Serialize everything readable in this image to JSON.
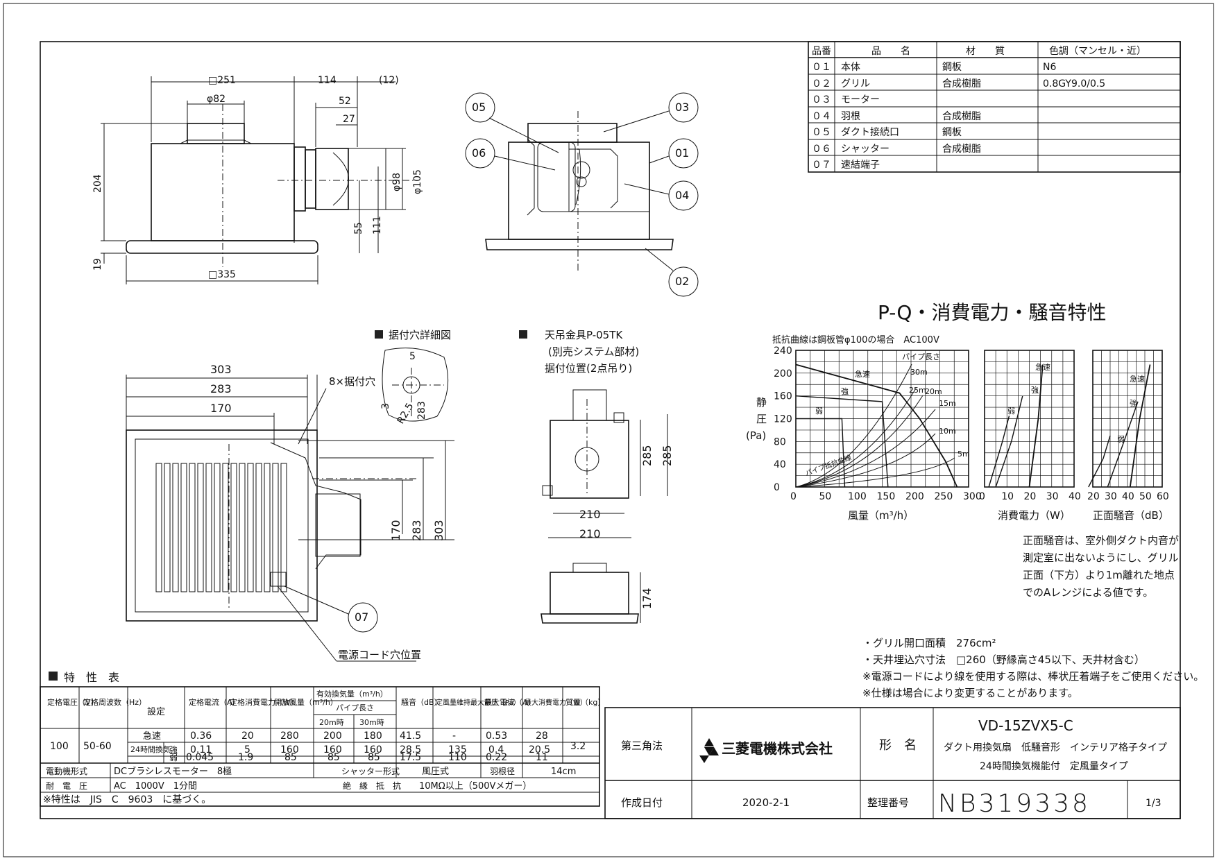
{
  "parts_table": {
    "headers": [
      "品番",
      "品　　名",
      "材　　質",
      "色調（マンセル・近）"
    ],
    "rows": [
      [
        "０１",
        "本体",
        "鋼板",
        "N6"
      ],
      [
        "０２",
        "グリル",
        "合成樹脂",
        "0.8GY9.0/0.5"
      ],
      [
        "０３",
        "モーター",
        "",
        ""
      ],
      [
        "０４",
        "羽根",
        "合成樹脂",
        ""
      ],
      [
        "０５",
        "ダクト接続口",
        "鋼板",
        ""
      ],
      [
        "０６",
        "シャッター",
        "合成樹脂",
        ""
      ],
      [
        "０７",
        "速結端子",
        "",
        ""
      ]
    ]
  },
  "drawing_labels": {
    "dims_side": [
      "□251",
      "114",
      "(12)",
      "φ82",
      "52",
      "27",
      "204",
      "φ98",
      "φ105",
      "55",
      "111",
      "19",
      "□335"
    ],
    "callouts": [
      "05",
      "03",
      "06",
      "01",
      "04",
      "02",
      "07"
    ],
    "mount_hole_title": "据付穴詳細図",
    "hanger_title": "天吊金具P-05TK",
    "hanger_sub1": "(別売システム部材)",
    "hanger_sub2": "据付位置(2点吊り)",
    "hole_count": "8×据付穴",
    "hole_dims": [
      "5",
      "3",
      "R2.5",
      "283"
    ],
    "plan_dims": [
      "303",
      "283",
      "170",
      "170",
      "283",
      "303"
    ],
    "hanger_dims": [
      "210",
      "285",
      "210",
      "285",
      "174"
    ],
    "cord_hole": "電源コード穴位置"
  },
  "chart": {
    "title": "P-Q・消費電力・騒音特性",
    "condition": "抵抗曲線は鋼板管φ100の場合　AC100V",
    "ylabel_chars": [
      "静",
      "圧",
      "(Pa)"
    ],
    "xlabel_pq": "風量（m³/h）",
    "xlabel_power": "消費電力（W）",
    "xlabel_noise": "正面騒音（dB）",
    "pipe_label": "パイプ長さ",
    "pipe_resistance_label": "パイプ抵抗曲線",
    "curve_labels": [
      "急速",
      "強",
      "弱"
    ],
    "pipe_lengths": [
      "30m",
      "25m",
      "20m",
      "15m",
      "10m",
      "5m"
    ],
    "yticks": [
      "240",
      "200",
      "160",
      "120",
      "80",
      "40",
      "0"
    ],
    "xticks_pq": [
      "0",
      "50",
      "100",
      "150",
      "200",
      "250",
      "300"
    ],
    "xticks_power": [
      "0",
      "10",
      "20",
      "30",
      "40"
    ],
    "xticks_noise": [
      "20",
      "30",
      "40",
      "50",
      "60"
    ],
    "note_lines": [
      "正面騒音は、室外側ダクト内音が",
      "測定室に出ないようにし、グリル",
      "正面（下方）より1m離れた地点",
      "でのAレンジによる値です。"
    ]
  },
  "chart_data": [
    {
      "type": "line",
      "title": "P-Q・消費電力・騒音特性",
      "xlabel": "風量（m³/h）",
      "ylabel": "静圧（Pa）",
      "xlim": [
        0,
        300
      ],
      "ylim": [
        0,
        240
      ],
      "grid": true,
      "series": [
        {
          "name": "急速",
          "x": [
            0,
            180,
            215,
            260,
            280
          ],
          "y": [
            215,
            165,
            120,
            45,
            0
          ]
        },
        {
          "name": "強",
          "x": [
            0,
            150,
            160
          ],
          "y": [
            160,
            150,
            0
          ]
        },
        {
          "name": "弱",
          "x": [
            0,
            40,
            80,
            85
          ],
          "y": [
            120,
            120,
            120,
            0
          ]
        }
      ]
    },
    {
      "type": "line",
      "xlabel": "消費電力（W）",
      "ylabel": "静圧（Pa）",
      "xlim": [
        0,
        40
      ],
      "ylim": [
        0,
        240
      ],
      "grid": true,
      "series": [
        {
          "name": "急速",
          "x": [
            20,
            24,
            26
          ],
          "y": [
            0,
            120,
            215
          ]
        },
        {
          "name": "強",
          "x": [
            5,
            12,
            17
          ],
          "y": [
            0,
            80,
            160
          ]
        },
        {
          "name": "弱",
          "x": [
            1.9,
            8,
            11
          ],
          "y": [
            0,
            80,
            125
          ]
        }
      ]
    },
    {
      "type": "line",
      "xlabel": "正面騒音（dB）",
      "ylabel": "静圧（Pa）",
      "xlim": [
        20,
        60
      ],
      "ylim": [
        0,
        240
      ],
      "grid": true,
      "series": [
        {
          "name": "急速",
          "x": [
            41.5,
            47,
            53
          ],
          "y": [
            0,
            120,
            215
          ]
        },
        {
          "name": "強",
          "x": [
            28.5,
            38,
            46
          ],
          "y": [
            0,
            80,
            150
          ]
        },
        {
          "name": "弱",
          "x": [
            17.5,
            26,
            30
          ],
          "y": [
            0,
            50,
            90
          ]
        }
      ]
    }
  ],
  "notes": [
    "・グリル開口面積　276cm²",
    "・天井埋込穴寸法　□260（野縁高さ45以下、天井材含む）",
    "※電源コードにより線を使用する際は、棒状圧着端子をご使用ください。",
    "※仕様は場合により変更することがあります。"
  ],
  "spec": {
    "title": "特　性　表",
    "h_voltage": "定格電圧（V）",
    "h_freq": "定格周波数（Hz）",
    "h_setting": "設定",
    "h_current": "定格電流（A）",
    "h_power": "定格消費電力（W）",
    "h_airflow": "開放風量（m³/h）",
    "h_effective": "有効換気量（m³/h）",
    "h_pipe": "パイプ長さ",
    "h_20m": "20m時",
    "h_30m": "30m時",
    "h_noise": "騒音（dB）",
    "h_maxpress": "定風量維持最大静圧（Pa）",
    "h_maxcur": "最大電流（A）",
    "h_maxpow": "最大消費電力（W）",
    "h_mass": "質量（kg）",
    "voltage": "100",
    "freq": "50-60",
    "mass": "3.2",
    "mode_24h": "24時間換気",
    "rows": [
      {
        "mode": "急速",
        "current": "0.36",
        "power": "20",
        "airflow": "280",
        "m20": "200",
        "m30": "180",
        "noise": "41.5",
        "maxpress": "-",
        "maxcur": "0.53",
        "maxpow": "28"
      },
      {
        "mode": "強",
        "current": "0.11",
        "power": "5",
        "airflow": "160",
        "m20": "160",
        "m30": "160",
        "noise": "28.5",
        "maxpress": "135",
        "maxcur": "0.4",
        "maxpow": "20.5"
      },
      {
        "mode": "弱",
        "current": "0.045",
        "power": "1.9",
        "airflow": "85",
        "m20": "85",
        "m30": "85",
        "noise": "17.5",
        "maxpress": "110",
        "maxcur": "0.22",
        "maxpow": "11"
      }
    ],
    "motor_label": "電動機形式",
    "motor_value": "DCブラシレスモーター　8極",
    "shutter_label": "シャッター形式",
    "shutter_value": "風圧式",
    "blade_label": "羽根径",
    "blade_value": "14cm",
    "withstand_label": "耐　電　圧",
    "withstand_value": "AC　1000V　1分間",
    "insulation_label": "絶　縁　抵　抗",
    "insulation_value": "10MΩ以上（500Vメガー）",
    "footnote": "※特性は　JIS　C　9603　に基づく。"
  },
  "title_block": {
    "projection": "第三角法",
    "company": "三菱電機株式会社",
    "model_label": "形　名",
    "model": "VD-15ZVX5-C",
    "desc1": "ダクト用換気扇　低騒音形　インテリア格子タイプ",
    "desc2": "24時間換気機能付　定風量タイプ",
    "date_label": "作成日付",
    "date": "2020-2-1",
    "doc_label": "整理番号",
    "doc_no": "NB319338",
    "page": "1/3"
  }
}
